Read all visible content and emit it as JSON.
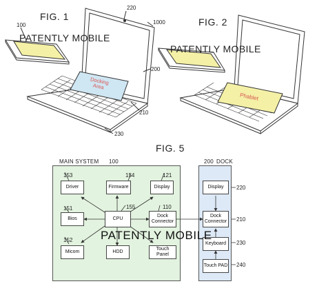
{
  "figures": {
    "fig1": "FIG. 1",
    "fig2": "FIG. 2",
    "fig5": "FIG. 5"
  },
  "watermarks": {
    "top_left": "PATENTLY MOBILE",
    "top_right": "PATENTLY MOBILE",
    "bottom": "PATENTLY MOBILE"
  },
  "fig1_labels": {
    "ref_1000": "1000",
    "ref_220": "220",
    "ref_100": "100",
    "ref_200": "200",
    "ref_210": "210",
    "ref_230": "230",
    "docking_area_line1": "Docking",
    "docking_area_line2": "Area"
  },
  "fig2_labels": {
    "phablet": "Phablet"
  },
  "fig5": {
    "main_system_title": "MAIN SYSTEM",
    "main_system_ref": "100",
    "dock_ref": "200",
    "dock_title": "DOCK",
    "main_boxes": {
      "driver": "Driver",
      "firmware": "Firmware",
      "display": "Display",
      "bios": "Bios",
      "cpu": "CPU",
      "dock_connector_line1": "Dock",
      "dock_connector_line2": "Connector",
      "micom": "Micom",
      "hdd": "HDD",
      "touch_panel": "Touch Panel"
    },
    "main_refs": {
      "r153": "153",
      "r154": "154",
      "r121": "121",
      "r155": "155",
      "r110": "110",
      "r151": "151",
      "r152": "152"
    },
    "dock_boxes": {
      "display": "Display",
      "dock_connector_line1": "Dock",
      "dock_connector_line2": "Connector",
      "keyboard": "Keyboard",
      "touch_pad": "Touch PAD"
    },
    "dock_refs": {
      "r220": "220",
      "r210": "210",
      "r230": "230",
      "r240": "240"
    }
  },
  "colors": {
    "main_panel": "#e2f3df",
    "dock_panel": "#dde9f6",
    "screen_highlight": "#f4f0a6",
    "docking_area": "#cfe6f3",
    "docking_text": "#d9534f",
    "phablet_text": "#d9534f"
  }
}
